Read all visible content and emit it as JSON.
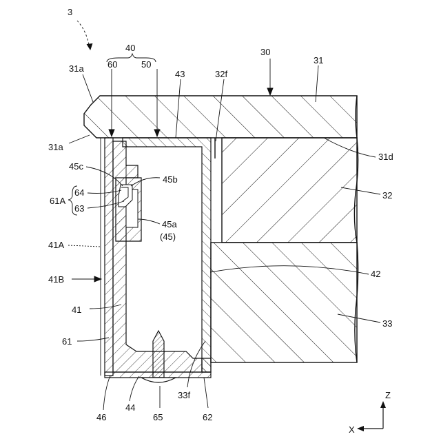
{
  "figure": {
    "ref_main": "3",
    "group_40": "40",
    "labels": {
      "l60": "60",
      "l50": "50",
      "l43": "43",
      "l32f": "32f",
      "l30": "30",
      "l31": "31",
      "l31a_top": "31a",
      "l31a_bot": "31a",
      "l31d": "31d",
      "l45c": "45c",
      "l45b": "45b",
      "l64": "64",
      "l61A": "61A",
      "l63": "63",
      "l45a": "45a",
      "l45": "(45)",
      "l32": "32",
      "l41A": "41A",
      "l41B": "41B",
      "l42": "42",
      "l41": "41",
      "l33": "33",
      "l61": "61",
      "l33f": "33f",
      "l46": "46",
      "l44": "44",
      "l65": "65",
      "l62": "62"
    },
    "axes": {
      "z": "Z",
      "x": "X"
    }
  }
}
